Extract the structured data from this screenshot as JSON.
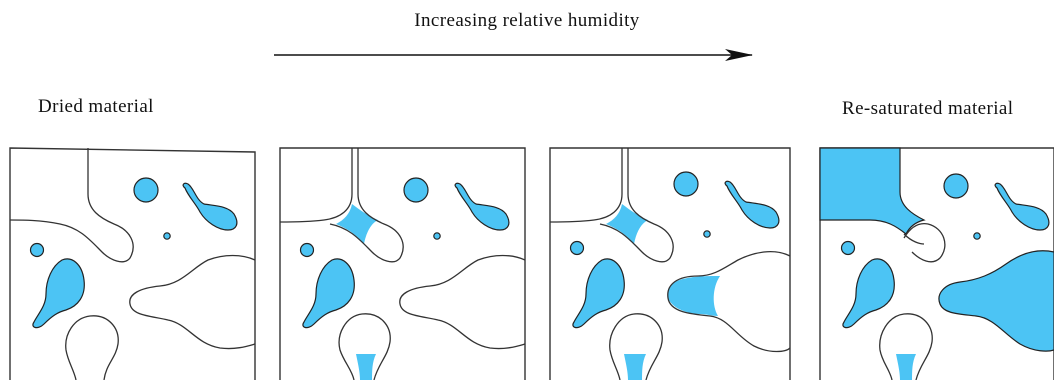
{
  "figure": {
    "title": "Increasing relative humidity",
    "label_left": "Dried material",
    "label_right": "Re-saturated material"
  },
  "colors": {
    "water": "#4cc4f4",
    "outline": "#333333",
    "background": "#ffffff"
  },
  "panels": [
    {
      "stage": 1,
      "filled_pores": [
        "isolated-drops"
      ]
    },
    {
      "stage": 2,
      "filled_pores": [
        "isolated-drops",
        "throats"
      ]
    },
    {
      "stage": 3,
      "filled_pores": [
        "isolated-drops",
        "throats",
        "large-pore-partial"
      ]
    },
    {
      "stage": 4,
      "filled_pores": [
        "isolated-drops",
        "throats",
        "large-pore",
        "corner-pore"
      ]
    }
  ]
}
